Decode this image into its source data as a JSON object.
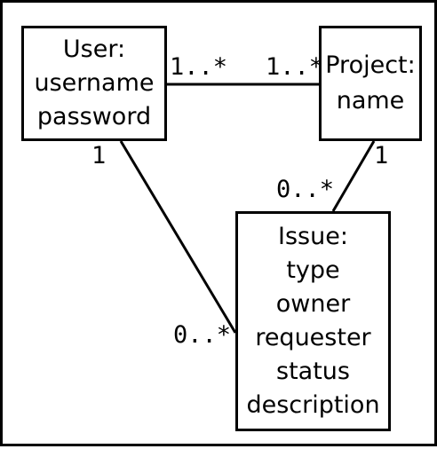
{
  "diagram": {
    "classes": {
      "user": {
        "name": "User:",
        "attributes": [
          "username",
          "password"
        ]
      },
      "project": {
        "name": "Project:",
        "attributes": [
          "name"
        ]
      },
      "issue": {
        "name": "Issue:",
        "attributes": [
          "type",
          "owner",
          "requester",
          "status",
          "description"
        ]
      }
    },
    "associations": {
      "user_project": {
        "user_end": "1..*",
        "project_end": "1..*"
      },
      "user_issue": {
        "user_end": "1",
        "issue_end": "0..*"
      },
      "project_issue": {
        "project_end": "1",
        "issue_end": "0..*"
      }
    }
  }
}
